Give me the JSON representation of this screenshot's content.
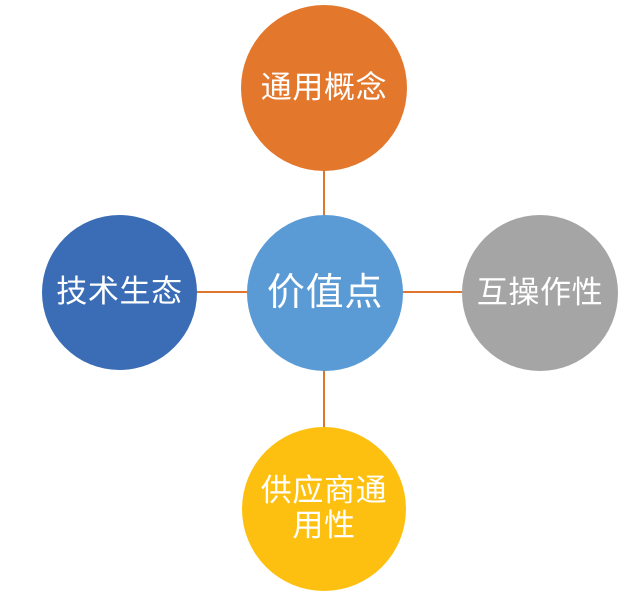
{
  "diagram": {
    "type": "hub-and-spoke",
    "title": "价值点",
    "center": {
      "id": "center",
      "label": "价值点",
      "color": "#5B9BD5",
      "text_color": "#FFFFFF"
    },
    "nodes": [
      {
        "id": "top",
        "label": "通用概念",
        "color": "#E3782D",
        "text_color": "#FFFFFF",
        "position": "top"
      },
      {
        "id": "right",
        "label": "互操作性",
        "color": "#A5A5A5",
        "text_color": "#FFFFFF",
        "position": "right"
      },
      {
        "id": "bottom",
        "label": "供应商通用性",
        "color": "#FDC010",
        "text_color": "#FFFFFF",
        "position": "bottom"
      },
      {
        "id": "left",
        "label": "技术生态",
        "color": "#3A6DB5",
        "text_color": "#FFFFFF",
        "position": "left"
      }
    ],
    "connectors": {
      "color": "#E0762C",
      "thickness": "2px",
      "count": 4
    },
    "background": "#FFFFFF"
  }
}
